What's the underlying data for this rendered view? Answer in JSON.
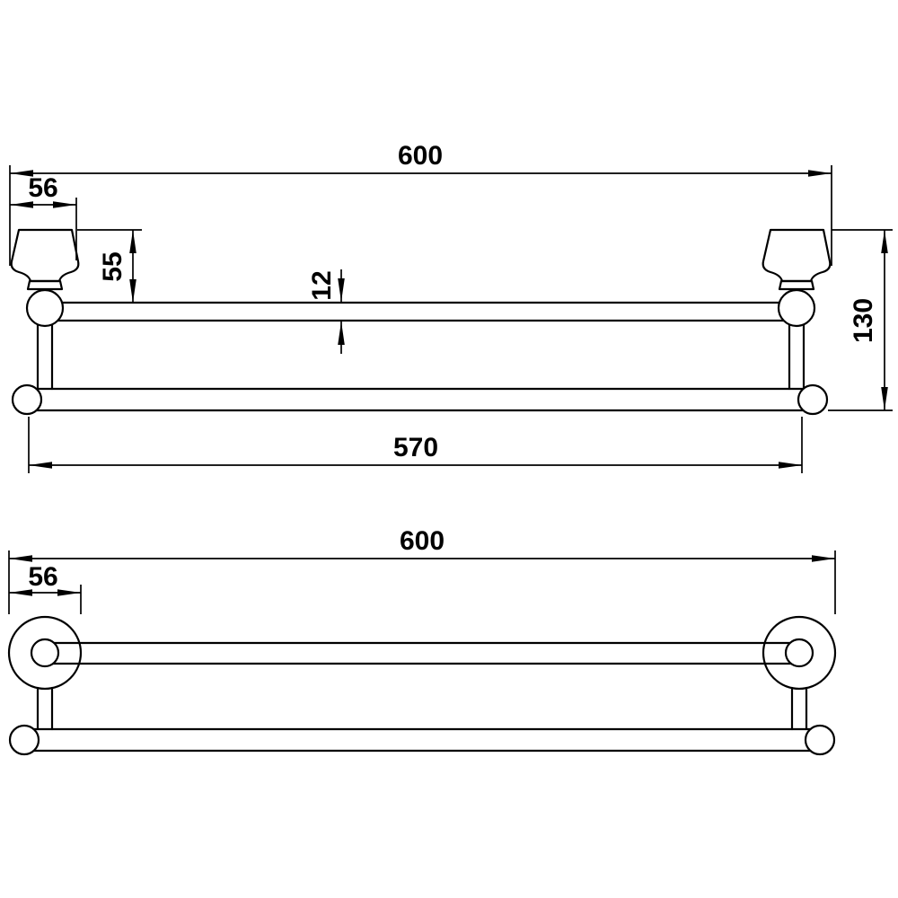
{
  "colors": {
    "line": "#000000",
    "background": "#ffffff"
  },
  "views": {
    "top_view": {
      "dims": {
        "overall_length": "600",
        "bracket_width": "56",
        "wall_to_rail": "55",
        "rail_diameter": "12",
        "overall_depth": "130",
        "rail_span": "570"
      }
    },
    "front_view": {
      "dims": {
        "overall_length": "600",
        "flange_diameter": "56"
      }
    }
  }
}
